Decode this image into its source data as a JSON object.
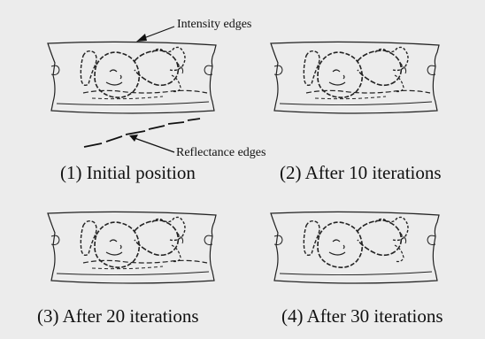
{
  "figure": {
    "panels": [
      {
        "caption": "(1) Initial position"
      },
      {
        "caption": "(2) After 10 iterations"
      },
      {
        "caption": "(3) After 20 iterations"
      },
      {
        "caption": "(4) After 30 iterations"
      }
    ],
    "annotations": {
      "intensity": "Intensity edges",
      "reflectance": "Reflectance edges"
    },
    "colors": {
      "background": "#ececec",
      "ink": "#111111"
    }
  }
}
